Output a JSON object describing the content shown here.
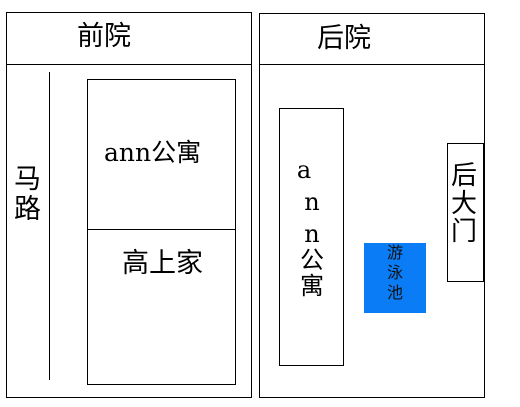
{
  "front_yard": {
    "title": "前院",
    "road": [
      "马",
      "路"
    ],
    "building_upper": "ann公寓",
    "building_lower": "高上家"
  },
  "back_yard": {
    "title": "后院",
    "building": [
      "a",
      "n",
      "n",
      "公",
      "寓"
    ],
    "pool": [
      "游",
      "泳",
      "池"
    ],
    "gate": [
      "后",
      "大",
      "门"
    ]
  },
  "colors": {
    "pool_fill": "#0a7cf5",
    "line": "#000000",
    "background": "#ffffff"
  }
}
